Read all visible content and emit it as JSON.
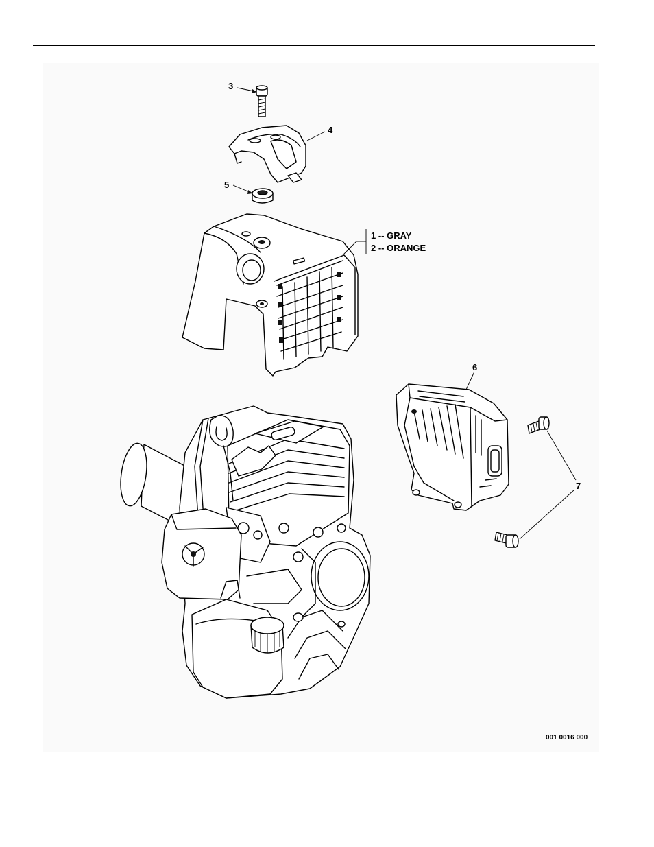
{
  "header": {
    "link_1": "",
    "link_2": ""
  },
  "diagram": {
    "callouts": {
      "part_3": "3",
      "part_4": "4",
      "part_5": "5",
      "part_6": "6",
      "part_7": "7"
    },
    "color_options": {
      "option_1": "1 -- GRAY",
      "option_2": "2 -- ORANGE"
    },
    "drawing_number": "001 0016 000"
  }
}
